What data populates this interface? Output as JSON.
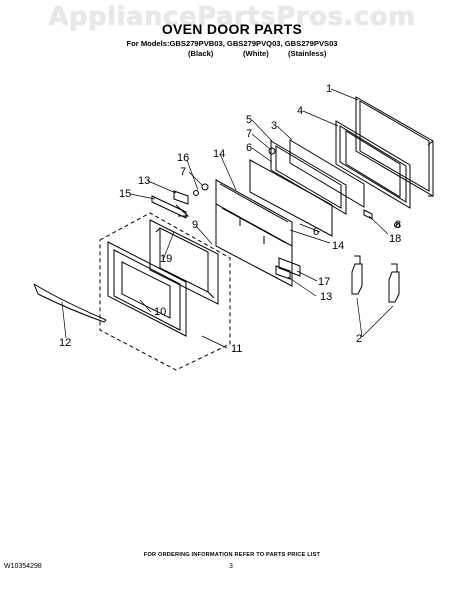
{
  "watermark": "AppliancePartsPros.com",
  "header": {
    "title": "OVEN DOOR PARTS",
    "models": "For Models:GBS279PVB03, GBS279PVQ03, GBS279PVS03",
    "variants": [
      "(Black)",
      "(White)",
      "(Stainless)"
    ]
  },
  "callouts": [
    "1",
    "4",
    "5",
    "3",
    "7",
    "6",
    "16",
    "14",
    "7",
    "13",
    "15",
    "9",
    "19",
    "8",
    "18",
    "14",
    "6",
    "17",
    "13",
    "2",
    "10",
    "12",
    "11"
  ],
  "footer": {
    "note": "FOR ORDERING INFORMATION REFER TO PARTS PRICE LIST",
    "doc_number": "W10354298",
    "page": "3"
  }
}
